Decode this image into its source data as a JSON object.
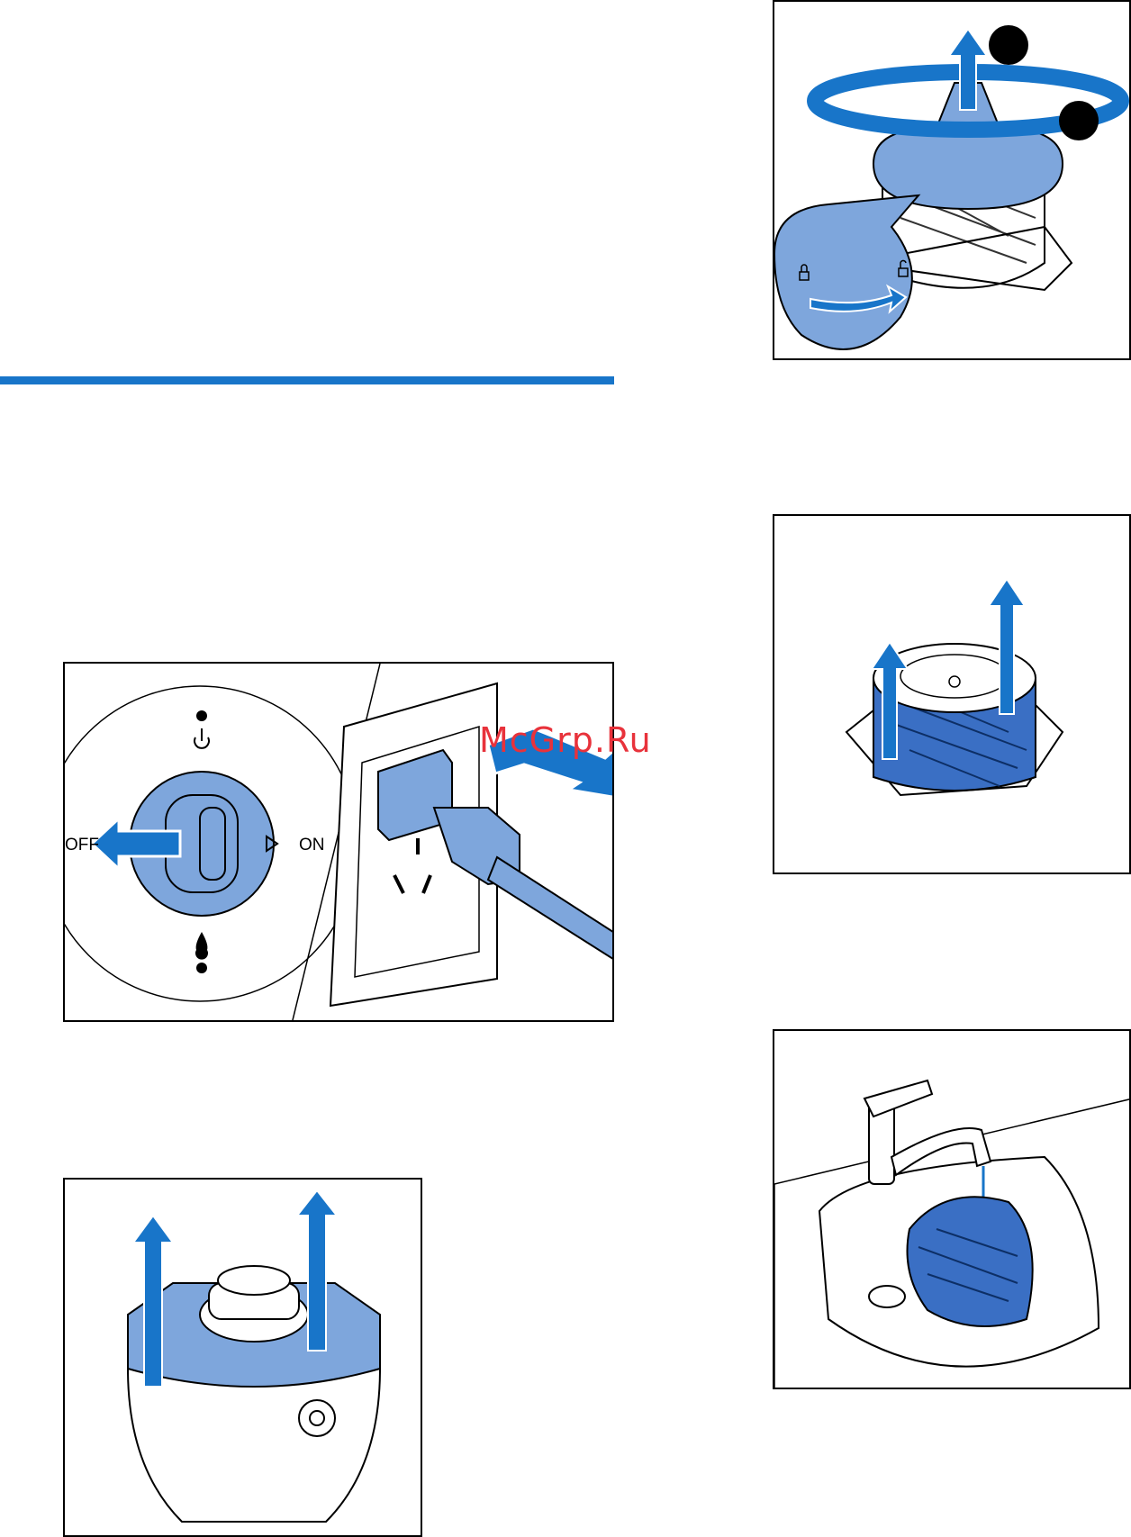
{
  "switch_panel": {
    "off_label": "OFF",
    "on_label": "ON"
  },
  "watermark": "McGrp.Ru",
  "colors": {
    "accent_blue": "#1875c9",
    "light_blue": "#7ea6dc",
    "watermark_red": "#e8323b"
  },
  "icons": [
    "power-icon",
    "water-drop-icon",
    "lock-icon",
    "unlock-icon",
    "arrow-icon",
    "rotate-arrow-icon",
    "faucet-icon"
  ]
}
